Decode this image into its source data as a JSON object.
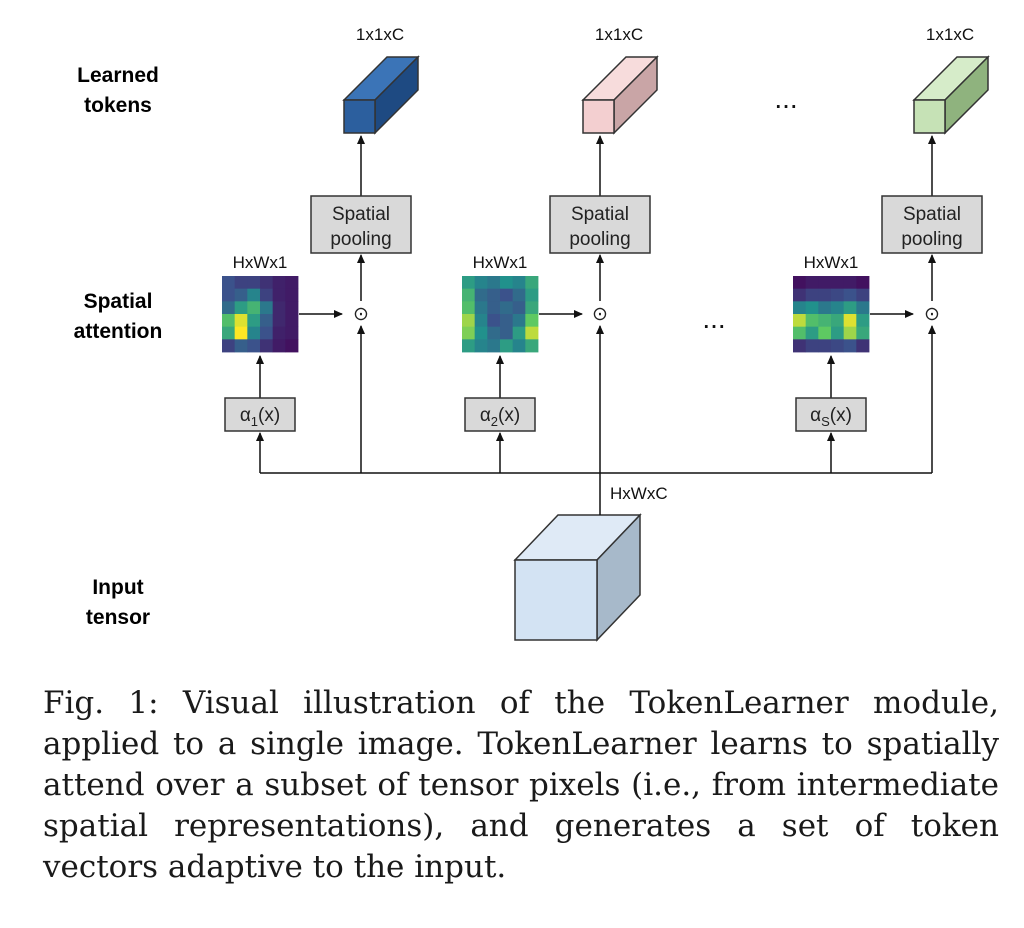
{
  "rows": {
    "learned_tokens": [
      "Learned",
      "tokens"
    ],
    "spatial_attention": [
      "Spatial",
      "attention"
    ],
    "input_tensor": [
      "Input",
      "tensor"
    ]
  },
  "token_dim_label": "1x1xC",
  "attention_dim_label": "HxWx1",
  "input_dim_label": "HxWxC",
  "pooling_label": [
    "Spatial",
    "pooling"
  ],
  "product_symbol": "⊙",
  "ellipsis": "...",
  "branches": [
    {
      "alpha_symbol": "α",
      "alpha_sub": "1",
      "alpha_arg": "(x)",
      "token_colors": {
        "front": "#2c5f9e",
        "top": "#3b74b7",
        "side": "#1e4a82"
      },
      "heatmap": [
        [
          0.25,
          0.2,
          0.2,
          0.15,
          0.1,
          0.08
        ],
        [
          0.25,
          0.3,
          0.45,
          0.2,
          0.1,
          0.08
        ],
        [
          0.35,
          0.55,
          0.65,
          0.4,
          0.12,
          0.08
        ],
        [
          0.7,
          0.95,
          0.55,
          0.3,
          0.12,
          0.08
        ],
        [
          0.6,
          1.0,
          0.45,
          0.25,
          0.1,
          0.08
        ],
        [
          0.2,
          0.3,
          0.25,
          0.15,
          0.08,
          0.05
        ]
      ]
    },
    {
      "alpha_symbol": "α",
      "alpha_sub": "2",
      "alpha_arg": "(x)",
      "token_colors": {
        "front": "#f3cfd0",
        "top": "#f7dcdc",
        "side": "#c9a5a6"
      },
      "heatmap": [
        [
          0.55,
          0.45,
          0.4,
          0.5,
          0.45,
          0.6
        ],
        [
          0.65,
          0.35,
          0.3,
          0.25,
          0.35,
          0.55
        ],
        [
          0.7,
          0.4,
          0.3,
          0.35,
          0.3,
          0.6
        ],
        [
          0.85,
          0.45,
          0.25,
          0.3,
          0.4,
          0.75
        ],
        [
          0.8,
          0.5,
          0.35,
          0.3,
          0.55,
          0.9
        ],
        [
          0.55,
          0.45,
          0.4,
          0.55,
          0.45,
          0.6
        ]
      ]
    },
    {
      "alpha_symbol": "α",
      "alpha_sub": "S",
      "alpha_arg": "(x)",
      "token_colors": {
        "front": "#c6e2b6",
        "top": "#d6ecc9",
        "side": "#8fb37e"
      },
      "heatmap": [
        [
          0.05,
          0.08,
          0.08,
          0.08,
          0.08,
          0.05
        ],
        [
          0.15,
          0.2,
          0.2,
          0.22,
          0.25,
          0.2
        ],
        [
          0.45,
          0.5,
          0.4,
          0.45,
          0.55,
          0.4
        ],
        [
          0.9,
          0.7,
          0.65,
          0.6,
          0.95,
          0.55
        ],
        [
          0.7,
          0.55,
          0.75,
          0.55,
          0.85,
          0.6
        ],
        [
          0.15,
          0.2,
          0.2,
          0.22,
          0.25,
          0.15
        ]
      ]
    }
  ],
  "input_colors": {
    "front": "#d3e3f3",
    "top": "#dfeaf6",
    "side": "#a7b9ca"
  },
  "caption": "Fig. 1: Visual illustration of the TokenLearner module, applied to a single image. TokenLearner learns to spatially attend over a subset of tensor pixels (i.e., from intermediate spatial representations), and generates a set of token vectors adaptive to the input."
}
